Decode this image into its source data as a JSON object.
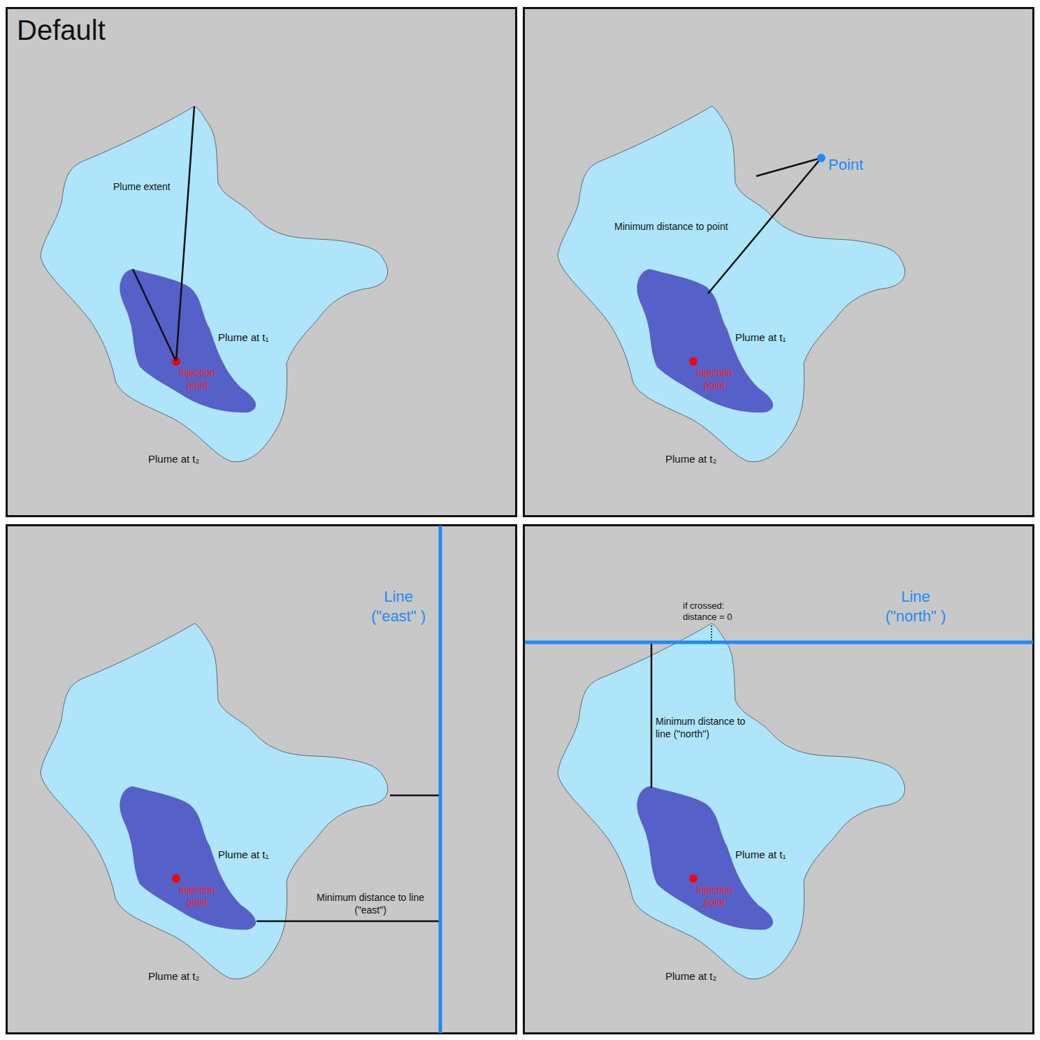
{
  "diagram": {
    "labels": [
      "Default",
      "Plume extent",
      "Plume at t₁",
      "Injection point",
      "Plume at t₂",
      "Point",
      "Minimum distance to point",
      "Plume at t₁",
      "Injection point",
      "Plume at t₂",
      "Line (\"east\" )",
      "Plume at t₁",
      "Injection point",
      "Minimum distance to line (\"east\")",
      "Plume at t₂",
      "Line (\"north\" )",
      "if crossed: distance = 0",
      "Minimum distance to line (\"north\")",
      "Plume at t₁",
      "Injection point",
      "Plume at t₂"
    ]
  }
}
